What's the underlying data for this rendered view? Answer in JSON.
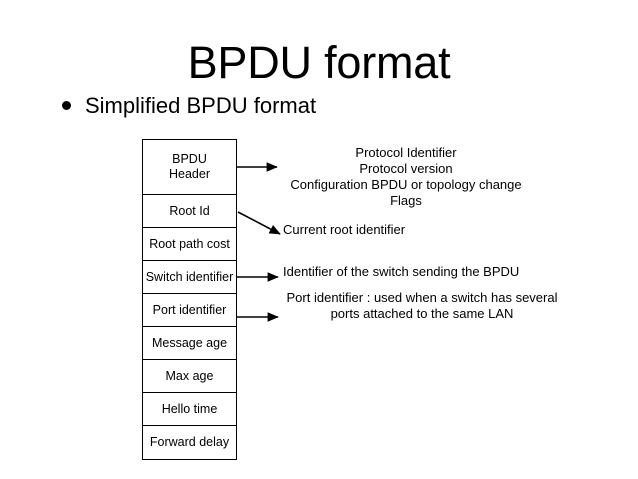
{
  "slide": {
    "title": "BPDU format",
    "bullet": "Simplified BPDU format"
  },
  "bpdu_fields": [
    {
      "name": "bpdu-header",
      "line1": "BPDU",
      "line2": "Header",
      "tall": true
    },
    {
      "name": "root-id",
      "label": "Root Id"
    },
    {
      "name": "root-path-cost",
      "label": "Root path cost"
    },
    {
      "name": "switch-identifier",
      "label": "Switch identifier"
    },
    {
      "name": "port-identifier",
      "label": "Port identifier"
    },
    {
      "name": "message-age",
      "label": "Message age"
    },
    {
      "name": "max-age",
      "label": "Max age"
    },
    {
      "name": "hello-time",
      "label": "Hello time"
    },
    {
      "name": "forward-delay",
      "label": "Forward delay"
    }
  ],
  "annotations": {
    "header": {
      "line1": "Protocol Identifier",
      "line2": "Protocol version",
      "line3": "Configuration BPDU or topology change",
      "line4": "Flags"
    },
    "root_id": "Current root identifier",
    "switch_identifier": "Identifier of the switch sending the BPDU",
    "port_identifier": {
      "line1": "Port identifier : used when a switch has several",
      "line2": "ports attached to the same LAN"
    }
  },
  "colors": {
    "background": "#ffffff",
    "ink": "#000000",
    "border": "#000000"
  }
}
